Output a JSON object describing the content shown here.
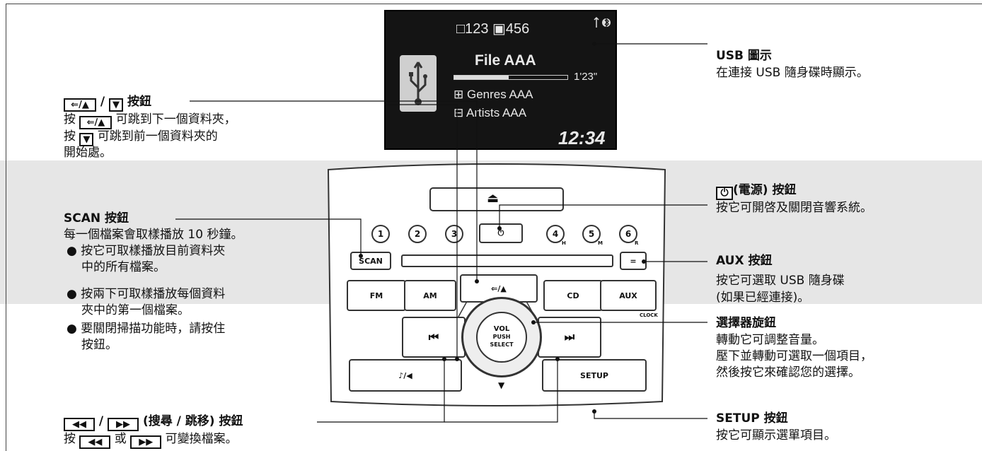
{
  "screen": {
    "track_counts": "□123 ▣456",
    "bluetooth_icon": "bluetooth-icon",
    "usb_status_icon": "usb-icon",
    "file": "File AAA",
    "time_elapsed": "1'23\"",
    "genre": "Genres AAA",
    "artist": "Artists AAA",
    "clock": "12:34"
  },
  "unit": {
    "presets": [
      "1",
      "2",
      "3",
      "4",
      "5",
      "6"
    ],
    "preset_subs": {
      "4": "H",
      "5": "M",
      "6": "R"
    },
    "scan": "SCAN",
    "fm": "FM",
    "am": "AM",
    "folder_btn": "⇐/▲",
    "cd": "CD",
    "aux": "AUX",
    "clock": "CLOCK",
    "seek_back": "⏮",
    "seek_fwd": "⏭",
    "knob": [
      "VOL",
      "PUSH",
      "SELECT"
    ],
    "sound": "♪/◀",
    "down": "▼",
    "setup": "SETUP",
    "power": "⏻",
    "eject": "⏏"
  },
  "labels": {
    "folder": {
      "title_key1": "⇐/▲",
      "sep": " / ",
      "title_key2": "▼",
      "title_suffix": " 按鈕",
      "l1a": "按 ",
      "l1b": " 可跳到下一個資料夾，",
      "l2a": "按 ",
      "l2b": " 可跳到前一個資料夾的",
      "l3": "開始處。"
    },
    "scan": {
      "title": "SCAN 按鈕",
      "l1": "每一個檔案會取樣播放 10 秒鐘。",
      "b1a": "按它可取樣播放目前資料夾",
      "b1b": "中的所有檔案。",
      "b2a": "按兩下可取樣播放每個資料",
      "b2b": "夾中的第一個檔案。",
      "b3a": "要關閉掃描功能時，請按住",
      "b3b": "按鈕。"
    },
    "seek": {
      "k1": "◀◀",
      "sep": " / ",
      "k2": "▶▶",
      "suffix": " (搜尋 / 跳移) 按鈕",
      "l1a": "按 ",
      "l1mid": " 或 ",
      "l1b": " 可變換檔案。"
    },
    "usb": {
      "title": "USB 圖示",
      "l1": "在連接 USB 隨身碟時顯示。"
    },
    "power": {
      "key": "⏻",
      "title": "(電源) 按鈕",
      "l1": "按它可開啓及關閉音響系統。"
    },
    "aux": {
      "title": "AUX 按鈕",
      "l1": "按它可選取 USB 隨身碟",
      "l2": "(如果已經連接)。"
    },
    "knob": {
      "title": "選擇器旋鈕",
      "l1": "轉動它可調整音量。",
      "l2": "壓下並轉動可選取一個項目，",
      "l3": "然後按它來確認您的選擇。"
    },
    "setup": {
      "title": "SETUP 按鈕",
      "l1": "按它可顯示選單項目。"
    }
  }
}
